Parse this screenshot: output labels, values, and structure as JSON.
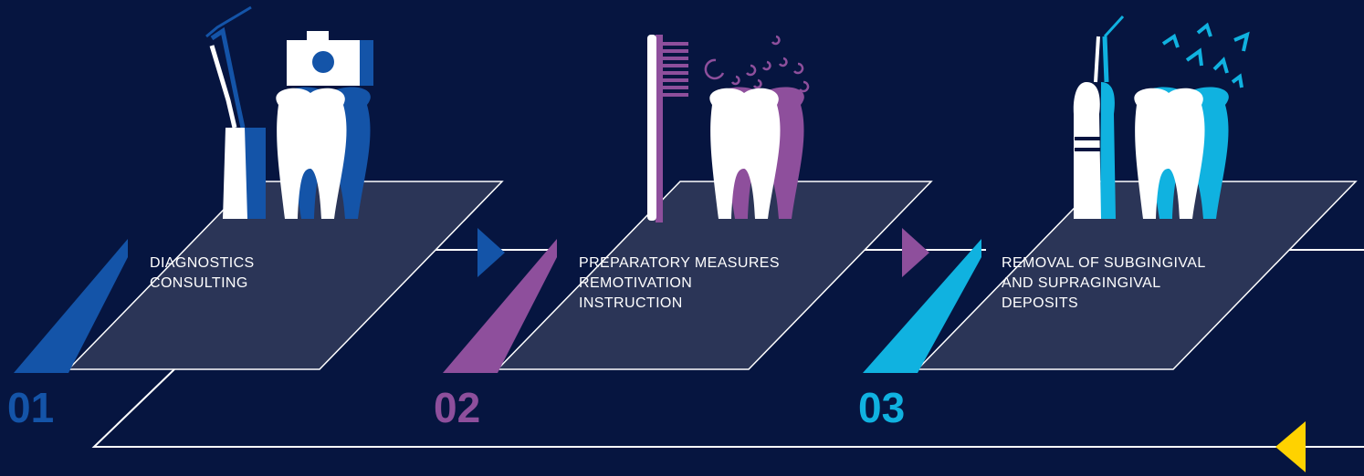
{
  "steps": [
    {
      "number": "01",
      "lines": [
        "DIAGNOSTICS",
        "CONSULTING"
      ],
      "color": "#1454a8",
      "icons": [
        "dental-scaler-icon",
        "camera-icon",
        "tooth-icon"
      ]
    },
    {
      "number": "02",
      "lines": [
        "PREPARATORY MEASURES",
        "REMOTIVATION",
        "INSTRUCTION"
      ],
      "color": "#8e4f9c",
      "icons": [
        "toothbrush-icon",
        "bubbles-icon",
        "tooth-icon"
      ]
    },
    {
      "number": "03",
      "lines": [
        "REMOVAL OF SUBGINGIVAL",
        "AND SUPRAGINGIVAL",
        "DEPOSITS"
      ],
      "color": "#10b2e0",
      "icons": [
        "ultrasonic-scaler-icon",
        "debris-icon",
        "tooth-icon"
      ]
    }
  ],
  "colors": {
    "background": "#061540",
    "panel": "#2b3557",
    "line": "#ffffff",
    "return_arrow": "#ffd200"
  }
}
